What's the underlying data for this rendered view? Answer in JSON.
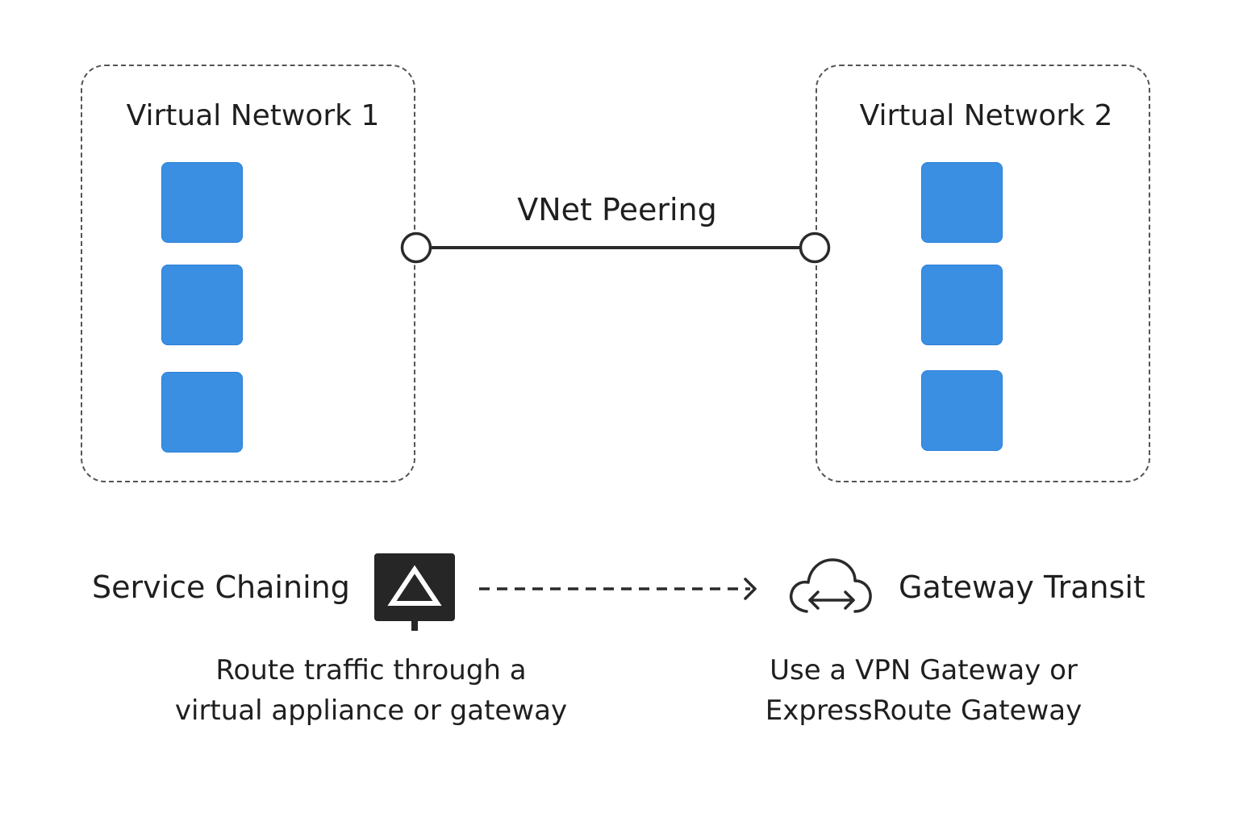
{
  "colors": {
    "subnet_fill": "#3a8fe3",
    "line": "#2a2a2a",
    "appliance_bg": "#262626",
    "text": "#1f1f1f"
  },
  "vnet1": {
    "title": "Virtual Network 1",
    "subnets": 3
  },
  "vnet2": {
    "title": "Virtual Network 2",
    "subnets": 3
  },
  "peering": {
    "label": "VNet Peering"
  },
  "service_chaining": {
    "title": "Service Chaining",
    "icon": "appliance-triangle-icon",
    "description_line1": "Route traffic through a",
    "description_line2": "virtual appliance or gateway"
  },
  "gateway_transit": {
    "title": "Gateway Transit",
    "icon": "cloud-transit-icon",
    "description_line1": "Use a VPN Gateway or",
    "description_line2": "ExpressRoute Gateway"
  }
}
